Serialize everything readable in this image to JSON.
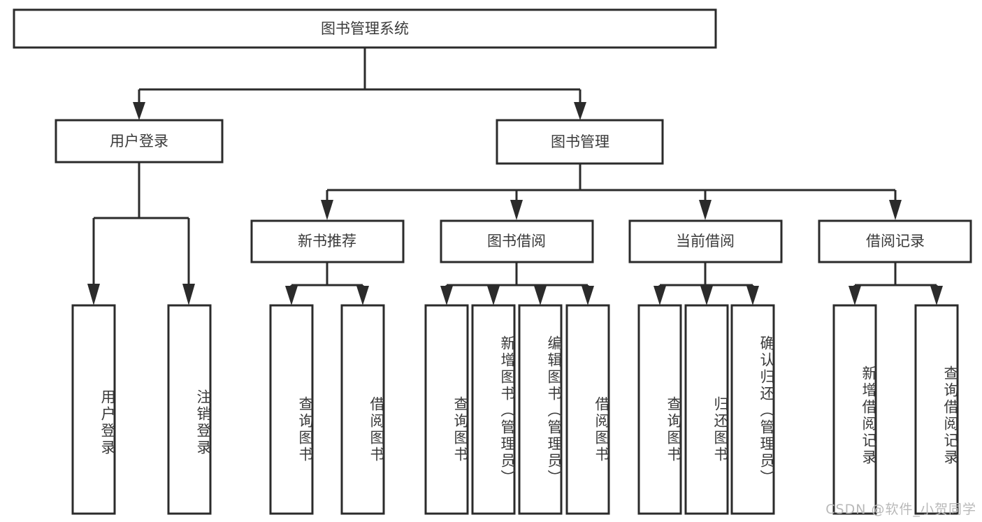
{
  "diagram": {
    "title": "图书管理系统",
    "type": "tree-hierarchy-diagram",
    "colors": {
      "box_fill": "#ffffff",
      "box_stroke": "#2b2b2b",
      "text": "#3a3a3a",
      "background": "#ffffff",
      "watermark": "#b9b9b9"
    },
    "root": {
      "label": "图书管理系统"
    },
    "level2": [
      {
        "label": "用户登录"
      },
      {
        "label": "图书管理"
      }
    ],
    "level3": [
      {
        "label": "新书推荐"
      },
      {
        "label": "图书借阅"
      },
      {
        "label": "当前借阅"
      },
      {
        "label": "借阅记录"
      }
    ],
    "leaves": {
      "user_login": [
        {
          "label": "用户登录"
        },
        {
          "label": "注销登录"
        }
      ],
      "new_book_recommend": [
        {
          "label": "查询图书"
        },
        {
          "label": "借阅图书"
        }
      ],
      "book_borrow": [
        {
          "label": "查询图书"
        },
        {
          "label": "新增图书（管理员）"
        },
        {
          "label": "编辑图书（管理员）"
        },
        {
          "label": "借阅图书"
        }
      ],
      "current_borrow": [
        {
          "label": "查询图书"
        },
        {
          "label": "归还图书"
        },
        {
          "label": "确认归还（管理员）"
        }
      ],
      "borrow_record": [
        {
          "label": "新增借阅记录"
        },
        {
          "label": "查询借阅记录"
        }
      ]
    }
  },
  "watermark": {
    "text": "CSDN @软件_小贺同学"
  }
}
